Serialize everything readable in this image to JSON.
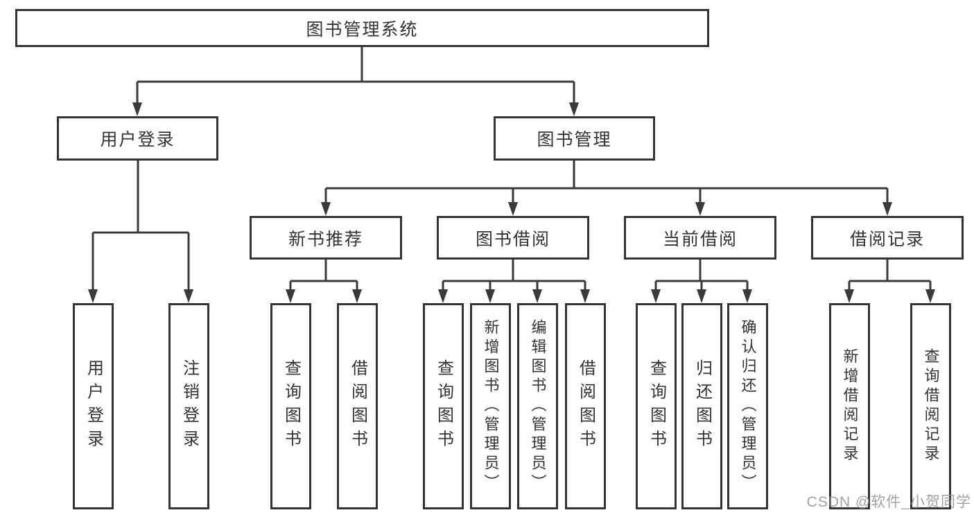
{
  "tree": {
    "root_label": "图书管理系统",
    "branches": [
      {
        "label": "用户登录",
        "leaves": [
          "用户登录",
          "注销登录"
        ]
      },
      {
        "label": "图书管理",
        "groups": [
          {
            "label": "新书推荐",
            "leaves": [
              "查询图书",
              "借阅图书"
            ]
          },
          {
            "label": "图书借阅",
            "leaves": [
              "查询图书",
              "新增图书（管理员）",
              "编辑图书（管理员）",
              "借阅图书"
            ]
          },
          {
            "label": "当前借阅",
            "leaves": [
              "查询图书",
              "归还图书",
              "确认归还（管理员）"
            ]
          },
          {
            "label": "借阅记录",
            "leaves": [
              "新增借阅记录",
              "查询借阅记录"
            ]
          }
        ]
      }
    ]
  },
  "watermark": "CSDN @软件_小贺同学",
  "colors": {
    "line": "#3a3a3a",
    "box_border": "#333333",
    "text": "#333333",
    "watermark": "#919191",
    "background": "#ffffff"
  }
}
